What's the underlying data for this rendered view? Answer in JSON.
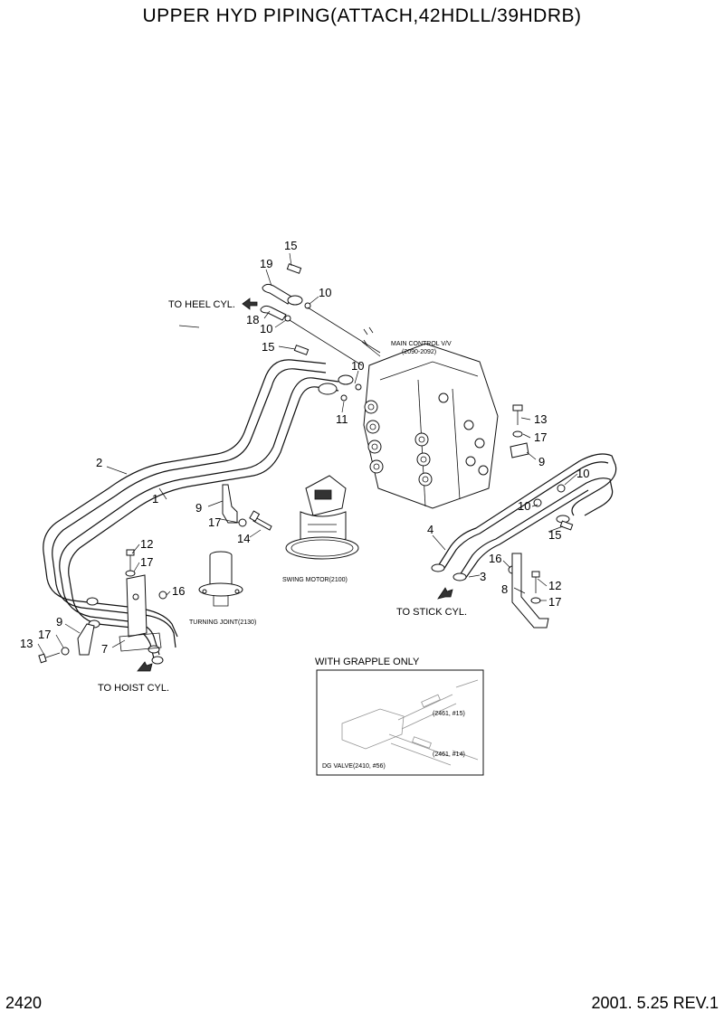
{
  "title": "UPPER HYD PIPING(ATTACH,42HDLL/39HDRB)",
  "footer": {
    "page_number": "2420",
    "revision": "2001. 5.25  REV.1"
  },
  "part_numbers": {
    "p15a": "15",
    "p19": "19",
    "p10a": "10",
    "p18": "18",
    "p10b": "10",
    "p15b": "15",
    "p10c": "10",
    "p11": "11",
    "p13a": "13",
    "p17a": "17",
    "p9a": "9",
    "p10d": "10",
    "p10e": "10",
    "p15c": "15",
    "p4": "4",
    "p16a": "16",
    "p3": "3",
    "p12a": "12",
    "p8": "8",
    "p17b": "17",
    "p2": "2",
    "p1": "1",
    "p9b": "9",
    "p17c": "17",
    "p14": "14",
    "p12b": "12",
    "p17d": "17",
    "p16b": "16",
    "p9c": "9",
    "p17e": "17",
    "p13b": "13",
    "p7": "7"
  },
  "labels": {
    "to_heel": "TO HEEL CYL.",
    "main_cv_1": "MAIN CONTROL V/V",
    "main_cv_2": "(2090-2092)",
    "swing_motor": "SWING MOTOR(2100)",
    "turning_joint": "TURNING JOINT(2130)",
    "to_stick": "TO STICK CYL.",
    "to_hoist": "TO HOIST CYL."
  },
  "inset": {
    "title": "WITH GRAPPLE ONLY",
    "ref1": "(2461, #15)",
    "ref2": "(2461, #14)",
    "dg_valve": "DG VALVE(2410, #56)"
  }
}
